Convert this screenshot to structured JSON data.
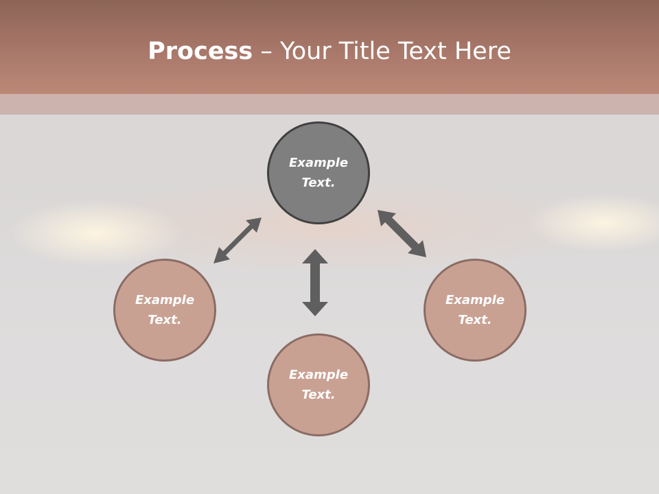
{
  "header": {
    "title_bold": "Process",
    "title_rest": " – Your Title Text Here"
  },
  "nodes": [
    {
      "label": "Example Text."
    },
    {
      "label": "Example Text."
    },
    {
      "label": "Example Text."
    },
    {
      "label": "Example Text."
    }
  ],
  "colors": {
    "header": "#a8786a",
    "node_fill": "#c9a193",
    "node_border": "#8a6c64",
    "top_node_fill": "#7f7f7f",
    "top_node_border": "#404040",
    "arrow": "#5f5f5f"
  }
}
